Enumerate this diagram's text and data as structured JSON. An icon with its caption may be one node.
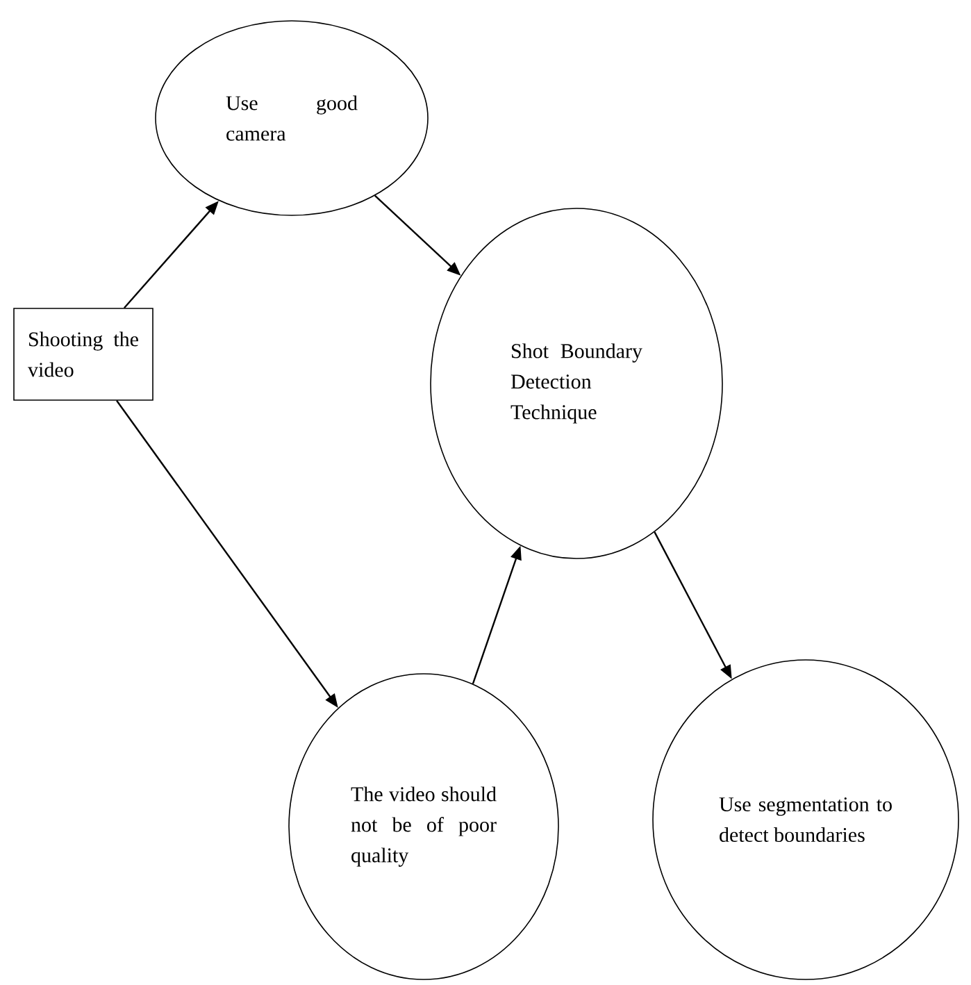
{
  "diagram": {
    "nodes": [
      {
        "text": [
          "Shooting the video"
        ]
      },
      {
        "text": [
          "Use good camera"
        ]
      },
      {
        "text": [
          "Shot Boundary Detection Technique"
        ]
      },
      {
        "text": [
          "The video should not be of poor quality"
        ]
      },
      {
        "text": [
          "Use segmentation to detect boundaries"
        ]
      }
    ],
    "edges": [
      {
        "from": 0,
        "to": 1,
        "arrow": "to"
      },
      {
        "from": 1,
        "to": 2,
        "arrow": "to"
      },
      {
        "from": 0,
        "to": 3,
        "arrow": "to"
      },
      {
        "from": 3,
        "to": 2,
        "arrow": "to"
      },
      {
        "from": 2,
        "to": 4,
        "arrow": "to"
      }
    ]
  }
}
